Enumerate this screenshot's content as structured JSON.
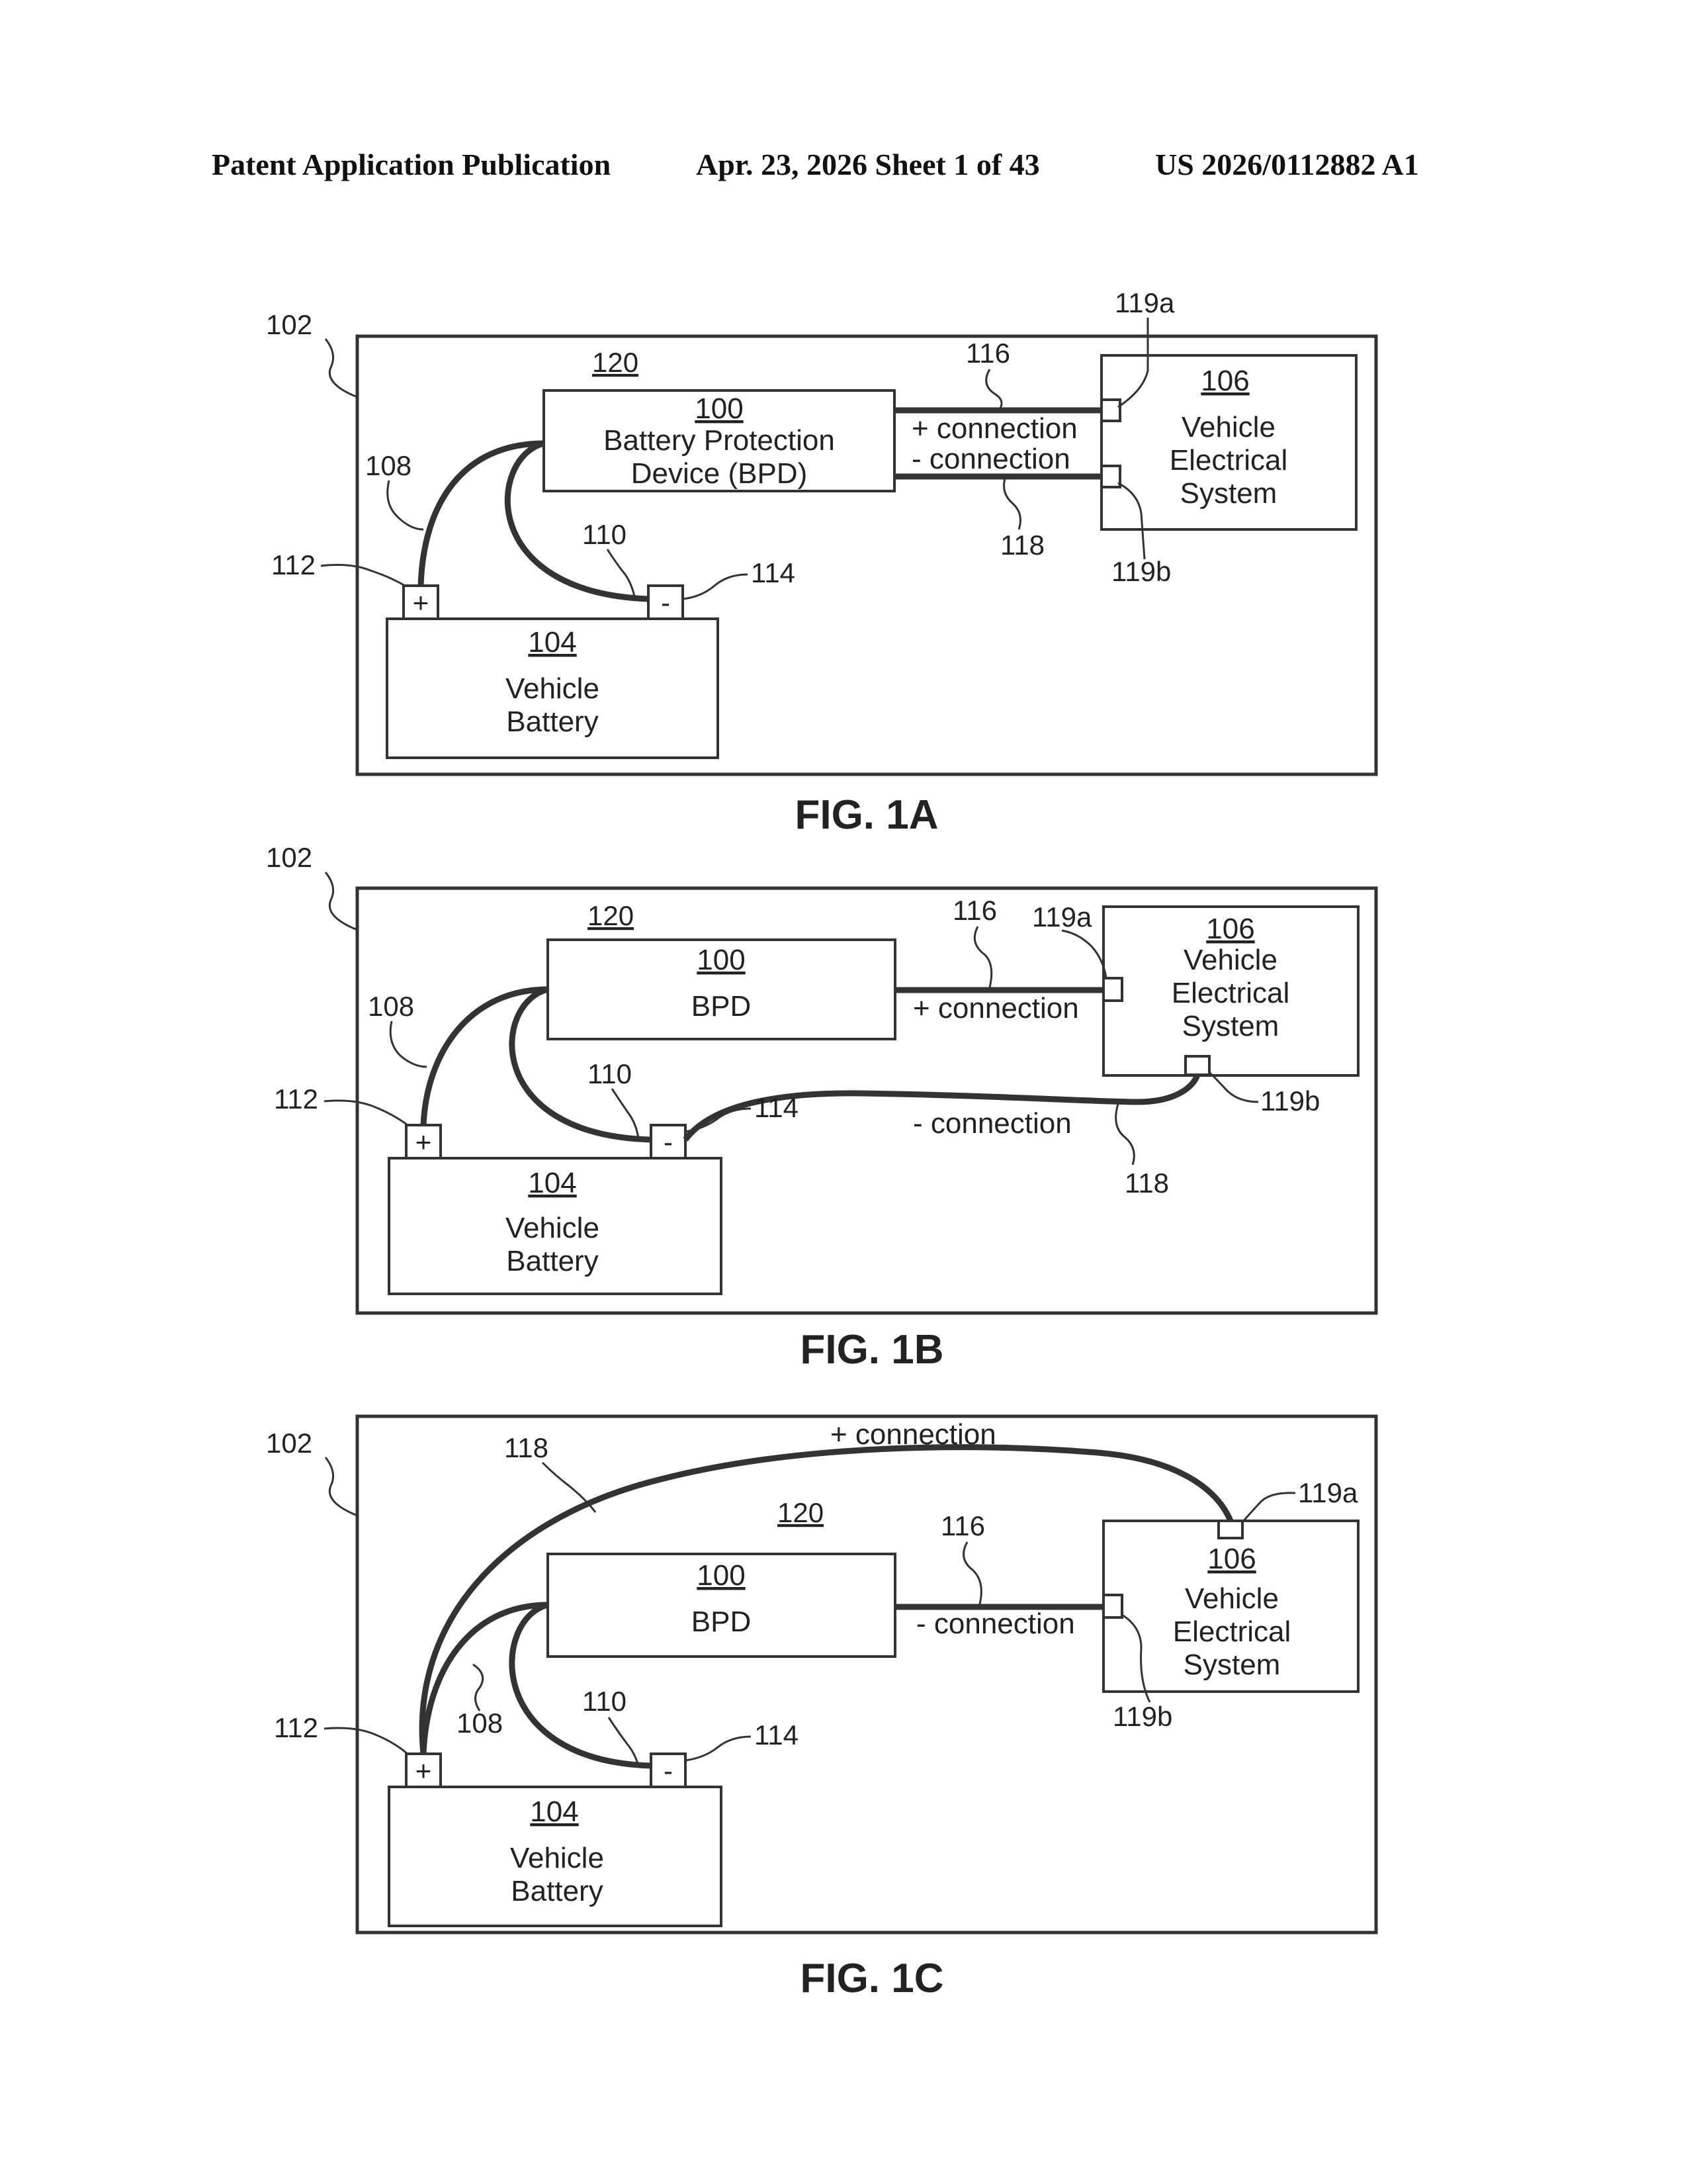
{
  "header": {
    "left": "Patent Application Publication",
    "center": "Apr. 23, 2026  Sheet 1 of 43",
    "right": "US 2026/0112882 A1"
  },
  "fig1a": {
    "caption": "FIG. 1A",
    "ref_102": "102",
    "ref_120": "120",
    "bpd_num": "100",
    "bpd_line1": "Battery Protection",
    "bpd_line2": "Device (BPD)",
    "ves_num": "106",
    "ves_line1": "Vehicle",
    "ves_line2": "Electrical",
    "ves_line3": "System",
    "bat_num": "104",
    "bat_line1": "Vehicle",
    "bat_line2": "Battery",
    "pos_conn": "+ connection",
    "neg_conn": "- connection",
    "ref_108": "108",
    "ref_110": "110",
    "ref_112": "112",
    "ref_114": "114",
    "ref_116": "116",
    "ref_118": "118",
    "ref_119a": "119a",
    "ref_119b": "119b",
    "plus": "+",
    "minus": "-"
  },
  "fig1b": {
    "caption": "FIG. 1B",
    "ref_102": "102",
    "ref_120": "120",
    "bpd_num": "100",
    "bpd_line1": "BPD",
    "ves_num": "106",
    "ves_line1": "Vehicle",
    "ves_line2": "Electrical",
    "ves_line3": "System",
    "bat_num": "104",
    "bat_line1": "Vehicle",
    "bat_line2": "Battery",
    "pos_conn": "+ connection",
    "neg_conn": "- connection",
    "ref_108": "108",
    "ref_110": "110",
    "ref_112": "112",
    "ref_114": "114",
    "ref_116": "116",
    "ref_118": "118",
    "ref_119a": "119a",
    "ref_119b": "119b",
    "plus": "+",
    "minus": "-"
  },
  "fig1c": {
    "caption": "FIG. 1C",
    "ref_102": "102",
    "ref_120": "120",
    "bpd_num": "100",
    "bpd_line1": "BPD",
    "ves_num": "106",
    "ves_line1": "Vehicle",
    "ves_line2": "Electrical",
    "ves_line3": "System",
    "bat_num": "104",
    "bat_line1": "Vehicle",
    "bat_line2": "Battery",
    "pos_conn": "+ connection",
    "neg_conn": "- connection",
    "ref_108": "108",
    "ref_110": "110",
    "ref_112": "112",
    "ref_114": "114",
    "ref_116": "116",
    "ref_118": "118",
    "ref_119a": "119a",
    "ref_119b": "119b",
    "plus": "+",
    "minus": "-"
  }
}
